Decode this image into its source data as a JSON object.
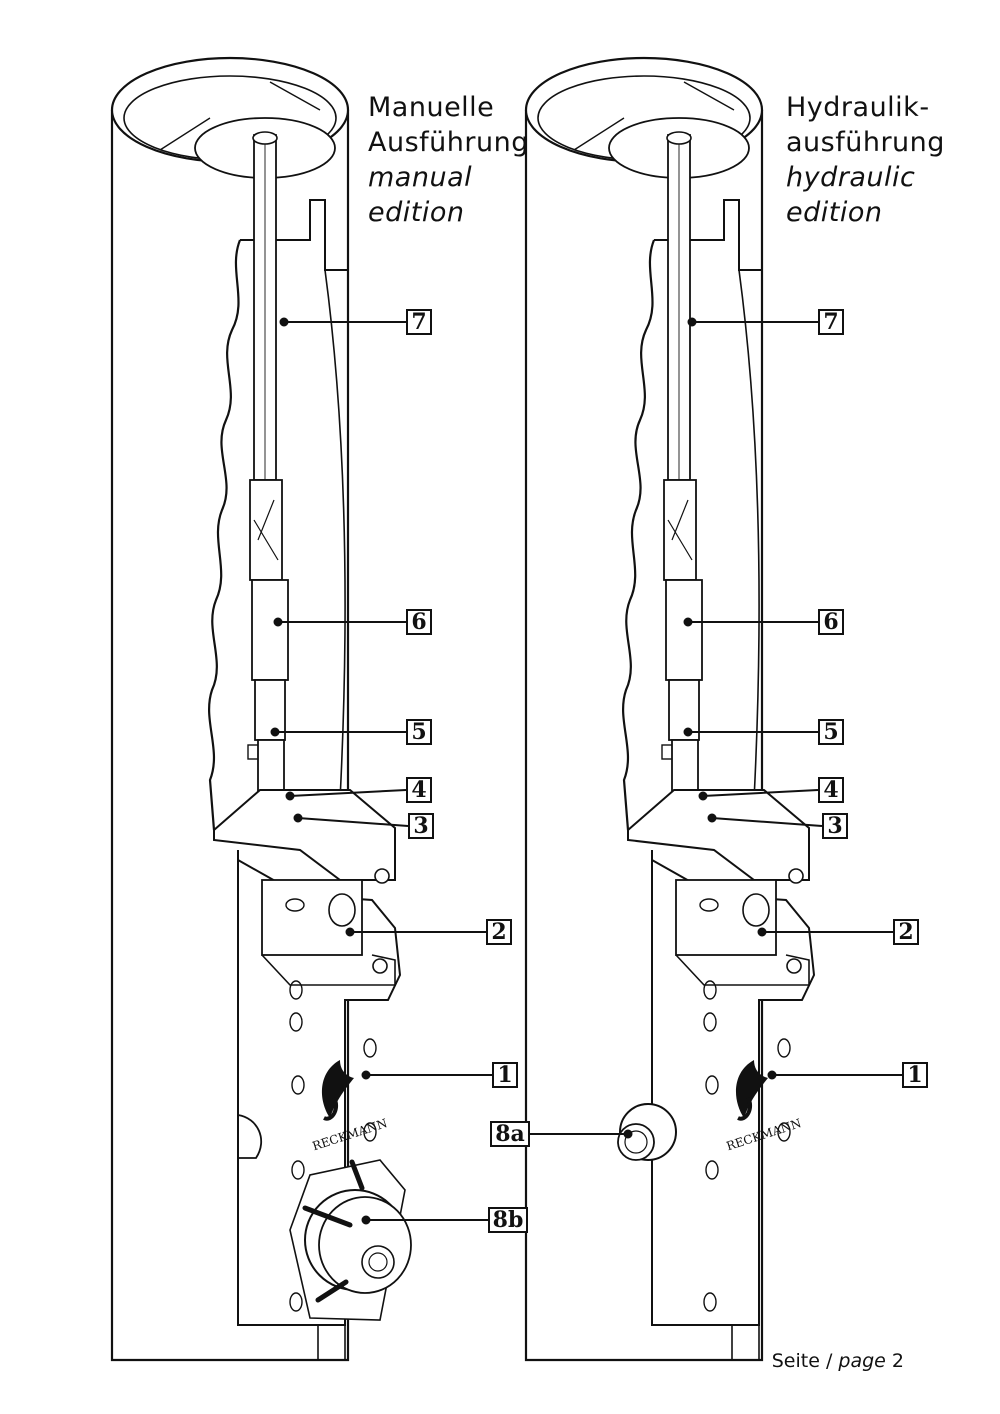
{
  "left_panel": {
    "title_line1": "Manuelle",
    "title_line2": "Ausführung",
    "title_line3": "manual",
    "title_line4": "edition",
    "brand": "RECKMANN",
    "callouts": [
      "7",
      "6",
      "5",
      "4",
      "3",
      "2",
      "1",
      "8b"
    ]
  },
  "right_panel": {
    "title_line1": "Hydraulik-",
    "title_line2": "ausführung",
    "title_line3": "hydraulic",
    "title_line4": "edition",
    "brand": "RECKMANN",
    "callouts": [
      "7",
      "6",
      "5",
      "4",
      "3",
      "2",
      "1",
      "8a"
    ]
  },
  "footer": {
    "label": "Seite /",
    "label_en": "page",
    "number": "2"
  }
}
